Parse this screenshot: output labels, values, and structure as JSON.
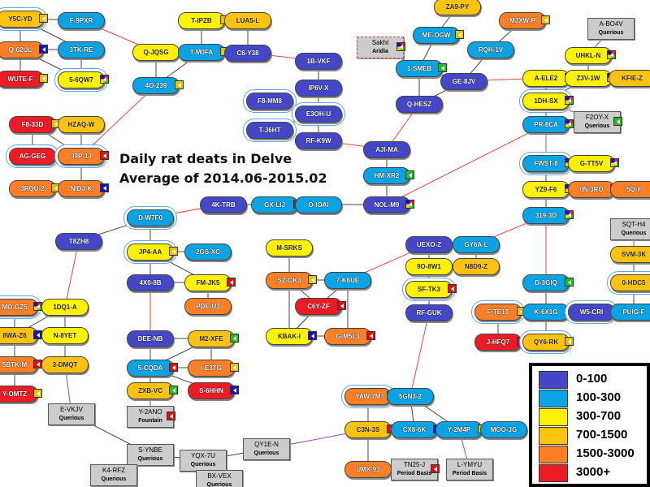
{
  "title": [
    "Daily rat deats in Delve",
    "Average of 2014.06-2015.02"
  ],
  "colors": {
    "0-100": "#4347c8",
    "100-300": "#0aa3e3",
    "300-700": "#fff200",
    "700-1500": "#ffc20e",
    "1500-3000": "#ff7f27",
    "3000+": "#ed1c24"
  },
  "flag_colors": {
    "y": "#e6c200",
    "b": "#1010d0",
    "r": "#e01010",
    "g": "#20c020",
    "m": "multi"
  },
  "legend": [
    {
      "band": "0-100",
      "label": "0-100"
    },
    {
      "band": "100-300",
      "label": "100-300"
    },
    {
      "band": "300-700",
      "label": "300-700"
    },
    {
      "band": "700-1500",
      "label": "700-1500"
    },
    {
      "band": "1500-3000",
      "label": "1500-3000"
    },
    {
      "band": "3000+",
      "label": "3000+"
    }
  ],
  "nodes": [
    {
      "label": "Y5C-YD",
      "band": "700-1500",
      "hl": true,
      "flag": "y"
    },
    {
      "label": "F-9PXR",
      "band": "100-300"
    },
    {
      "label": "Q-02UL",
      "band": "1500-3000",
      "flag": "b"
    },
    {
      "label": "3TK-RE",
      "band": "100-300"
    },
    {
      "label": "WUTE-F",
      "band": "3000+",
      "flag": "y"
    },
    {
      "label": "5-6QW7",
      "band": "300-700",
      "hl": true,
      "flag": "m"
    },
    {
      "label": "Q-JQSG",
      "band": "300-700"
    },
    {
      "label": "4O-239",
      "band": "100-300",
      "flag": "y"
    },
    {
      "label": "T-IPZB",
      "band": "300-700",
      "flag": "y"
    },
    {
      "label": "LUA5-L",
      "band": "700-1500"
    },
    {
      "label": "T-M0FA",
      "band": "100-300",
      "flag": "y"
    },
    {
      "label": "C6-Y38",
      "band": "0-100"
    },
    {
      "label": "F8-33D",
      "band": "3000+",
      "flag": "y"
    },
    {
      "label": "HZAQ-W",
      "band": "700-1500"
    },
    {
      "label": "AG-GEG",
      "band": "3000+",
      "hl": true
    },
    {
      "label": "39P-1J",
      "band": "1500-3000",
      "hl": true,
      "flag": "r"
    },
    {
      "label": "3RQU-2",
      "band": "1500-3000",
      "flag": "y"
    },
    {
      "label": "NIDJ-K",
      "band": "1500-3000",
      "flag": "b"
    },
    {
      "label": "1B-VKF",
      "band": "0-100"
    },
    {
      "label": "IP6V-X",
      "band": "0-100"
    },
    {
      "label": "F8-MM8",
      "band": "0-100",
      "hl": true
    },
    {
      "label": "E3OH-U",
      "band": "0-100",
      "hl": true
    },
    {
      "label": "T-J6HT",
      "band": "0-100",
      "hl": true
    },
    {
      "label": "RF-K9W",
      "band": "0-100"
    },
    {
      "label": "AJI-MA",
      "band": "0-100"
    },
    {
      "label": "HM-XR2",
      "band": "100-300",
      "flag": "g"
    },
    {
      "label": "NOL-M9",
      "band": "0-100",
      "flag": "m"
    },
    {
      "label": "GX-LIJ",
      "band": "100-300",
      "flag": "r"
    },
    {
      "label": "O-IOAI",
      "band": "100-300"
    },
    {
      "label": "4K-TRB",
      "band": "0-100"
    },
    {
      "label": "ZA9-PY",
      "band": "700-1500"
    },
    {
      "label": "ME-OGW",
      "band": "100-300",
      "flag": "y"
    },
    {
      "label": "1-SMEB",
      "band": "100-300",
      "flag": "g"
    },
    {
      "label": "GE-8JV",
      "band": "0-100"
    },
    {
      "label": "Q-HESZ",
      "band": "0-100"
    },
    {
      "label": "MJXW-P",
      "band": "1500-3000",
      "flag": "y"
    },
    {
      "label": "RQH-1V",
      "band": "100-300"
    },
    {
      "label": "UHKL-N",
      "band": "300-700",
      "flag": "m"
    },
    {
      "label": "A-ELE2",
      "band": "300-700",
      "flag": "m"
    },
    {
      "label": "Z3V-1W",
      "band": "300-700",
      "flag": "m"
    },
    {
      "label": "KFIE-Z",
      "band": "700-1500",
      "flag": "m"
    },
    {
      "label": "1DH-SX",
      "band": "300-700",
      "hl": true,
      "flag": "m"
    },
    {
      "label": "PR-8CA",
      "band": "100-300",
      "flag": "m"
    },
    {
      "label": "FWST-8",
      "band": "100-300",
      "hl": true,
      "flag": "m"
    },
    {
      "label": "G-TT5V",
      "band": "300-700",
      "flag": "m"
    },
    {
      "label": "YZ9-F6",
      "band": "300-700",
      "flag": "m"
    },
    {
      "label": "0N-3RO",
      "band": "1500-3000",
      "flag": "m"
    },
    {
      "label": "5Q-II",
      "band": "1500-3000",
      "flag": "m"
    },
    {
      "label": "319-3D",
      "band": "100-300",
      "flag": "m"
    },
    {
      "label": "M-SRKS",
      "band": "300-700"
    },
    {
      "label": "UEXO-Z",
      "band": "0-100"
    },
    {
      "label": "GY6A-L",
      "band": "100-300"
    },
    {
      "label": "9O-8W1",
      "band": "300-700"
    },
    {
      "label": "N8D9-Z",
      "band": "700-1500"
    },
    {
      "label": "SF-TK3",
      "band": "300-700",
      "hl": true,
      "flag": "r"
    },
    {
      "label": "RF-GUK",
      "band": "0-100"
    },
    {
      "label": "SZ-CK3",
      "band": "1500-3000",
      "flag": "y"
    },
    {
      "label": "7-K6UE",
      "band": "100-300"
    },
    {
      "label": "C6Y-ZF",
      "band": "3000+",
      "flag": "r"
    },
    {
      "label": "KBAK-I",
      "band": "300-700",
      "flag": "b"
    },
    {
      "label": "G-M5L3",
      "band": "1500-3000",
      "flag": "r"
    },
    {
      "label": "D-3GIQ",
      "band": "100-300",
      "flag": "g"
    },
    {
      "label": "F-TE1T",
      "band": "1500-3000",
      "hl": true,
      "flag": "y"
    },
    {
      "label": "K-6X1G",
      "band": "100-300",
      "flag": "g"
    },
    {
      "label": "W5-CRI",
      "band": "0-100",
      "hl": true
    },
    {
      "label": "PUIG-F",
      "band": "100-300",
      "flag": "y"
    },
    {
      "label": "SVM-3K",
      "band": "700-1500",
      "flag": "b"
    },
    {
      "label": "0-HDC5",
      "band": "700-1500",
      "hl": true,
      "flag": "g"
    },
    {
      "label": "J-HFQ7",
      "band": "3000+",
      "flag": "r"
    },
    {
      "label": "QY6-RK",
      "band": "700-1500",
      "hl": true,
      "flag": "y"
    },
    {
      "label": "D-W7F0",
      "band": "100-300",
      "hl": true
    },
    {
      "label": "T8ZH8",
      "band": "0-100"
    },
    {
      "label": "JP4-AA",
      "band": "300-700",
      "hl": true,
      "flag": "y"
    },
    {
      "label": "2GS-XC",
      "band": "100-300"
    },
    {
      "label": "4X0-8B",
      "band": "0-100"
    },
    {
      "label": "FM-JK5",
      "band": "300-700",
      "flag": "r"
    },
    {
      "label": "PDE-U3",
      "band": "1500-3000"
    },
    {
      "label": "MO-GZ5",
      "band": "1500-3000",
      "hl": true,
      "flag": "m"
    },
    {
      "label": "1DQ1-A",
      "band": "300-700"
    },
    {
      "label": "8WA-Z6",
      "band": "700-1500",
      "flag": "b"
    },
    {
      "label": "N-8YET",
      "band": "300-700"
    },
    {
      "label": "5BTK-M",
      "band": "1500-3000",
      "flag": "r"
    },
    {
      "label": "3-DMQT",
      "band": "700-1500"
    },
    {
      "label": "Y-OMTZ",
      "band": "3000+",
      "flag": "y"
    },
    {
      "label": "DEE-NB",
      "band": "0-100"
    },
    {
      "label": "M2-XFE",
      "band": "700-1500",
      "flag": "g"
    },
    {
      "label": "5-CQDA",
      "band": "100-300",
      "flag": "r"
    },
    {
      "label": "I-E3TG",
      "band": "1500-3000",
      "flag": "y"
    },
    {
      "label": "ZXB-VC",
      "band": "700-1500",
      "flag": "g"
    },
    {
      "label": "S-6HHN",
      "band": "3000+",
      "flag": "b"
    },
    {
      "label": "YAW-7M",
      "band": "1500-3000",
      "hl": true,
      "flag": "r"
    },
    {
      "label": "5GN3-2",
      "band": "100-300"
    },
    {
      "label": "C3N-3S",
      "band": "700-1500",
      "flag": "r"
    },
    {
      "label": "CX8-6K",
      "band": "100-300",
      "flag": "b"
    },
    {
      "label": "Y-2M4P",
      "band": "100-300",
      "flag": "y"
    },
    {
      "label": "MOO-JG",
      "band": "100-300"
    },
    {
      "label": "UMX-93",
      "band": "1500-3000"
    }
  ],
  "external": [
    {
      "label": "Sakht",
      "region": "Aridia",
      "dashed": true,
      "flag": "m"
    },
    {
      "label": "A-BO4V",
      "region": "Querious"
    },
    {
      "label": "F2OY-X",
      "region": "Querious",
      "flag": "g"
    },
    {
      "label": "SQT-H4",
      "region": "Querious"
    },
    {
      "label": "Y-2ANO",
      "region": "Fountain",
      "flag": "r"
    },
    {
      "label": "E-VKJV",
      "region": "Querious"
    },
    {
      "label": "S-YNBE",
      "region": "Querious"
    },
    {
      "label": "YQX-7U",
      "region": "Querious"
    },
    {
      "label": "QY1E-N",
      "region": "Querious"
    },
    {
      "label": "K4-RFZ",
      "region": "Querious"
    },
    {
      "label": "BX-VEX",
      "region": "Querious"
    },
    {
      "label": "TN25-J",
      "region": "Period Basis",
      "flag": "r"
    },
    {
      "label": "L-YMYU",
      "region": "Period Basis"
    }
  ],
  "edges": [
    [
      "Y5C-YD",
      "F-9PXR",
      "n"
    ],
    [
      "Y5C-YD",
      "Q-02UL",
      "n"
    ],
    [
      "Y5C-YD",
      "3TK-RE",
      "n"
    ],
    [
      "3TK-RE",
      "Q-02UL",
      "n"
    ],
    [
      "Q-02UL",
      "WUTE-F",
      "n"
    ],
    [
      "Q-02UL",
      "5-6QW7",
      "n"
    ],
    [
      "3TK-RE",
      "5-6QW7",
      "n"
    ],
    [
      "F-9PXR",
      "Q-JQSG",
      "r"
    ],
    [
      "Q-JQSG",
      "T-M0FA",
      "n"
    ],
    [
      "Q-JQSG",
      "4O-239",
      "n"
    ],
    [
      "4O-239",
      "T-M0FA",
      "n"
    ],
    [
      "T-IPZB",
      "T-M0FA",
      "n"
    ],
    [
      "T-M0FA",
      "C6-Y38",
      "n"
    ],
    [
      "LUA5-L",
      "C6-Y38",
      "n"
    ],
    [
      "C6-Y38",
      "1B-VKF",
      "r"
    ],
    [
      "4O-239",
      "39P-1J",
      "r"
    ],
    [
      "F8-33D",
      "HZAQ-W",
      "n"
    ],
    [
      "F8-33D",
      "AG-GEG",
      "n"
    ],
    [
      "F8-33D",
      "39P-1J",
      "n"
    ],
    [
      "AG-GEG",
      "39P-1J",
      "n"
    ],
    [
      "HZAQ-W",
      "39P-1J",
      "n"
    ],
    [
      "39P-1J",
      "NIDJ-K",
      "n"
    ],
    [
      "3RQU-2",
      "NIDJ-K",
      "n"
    ],
    [
      "1B-VKF",
      "IP6V-X",
      "n"
    ],
    [
      "IP6V-X",
      "E3OH-U",
      "n"
    ],
    [
      "F8-MM8",
      "E3OH-U",
      "n"
    ],
    [
      "T-J6HT",
      "E3OH-U",
      "n"
    ],
    [
      "E3OH-U",
      "RF-K9W",
      "n"
    ],
    [
      "RF-K9W",
      "AJI-MA",
      "r"
    ],
    [
      "AJI-MA",
      "HM-XR2",
      "n"
    ],
    [
      "HM-XR2",
      "NOL-M9",
      "n"
    ],
    [
      "AJI-MA",
      "Q-HESZ",
      "r"
    ],
    [
      "Q-HESZ",
      "1-SMEB",
      "n"
    ],
    [
      "Q-HESZ",
      "GE-8JV",
      "n"
    ],
    [
      "1-SMEB",
      "GE-8JV",
      "n"
    ],
    [
      "1-SMEB",
      "ME-OGW",
      "n"
    ],
    [
      "ME-OGW",
      "ZA9-PY",
      "n"
    ],
    [
      "Sakht",
      "1-SMEB",
      "p"
    ],
    [
      "GE-8JV",
      "RQH-1V",
      "n"
    ],
    [
      "RQH-1V",
      "MJXW-P",
      "n"
    ],
    [
      "GE-8JV",
      "A-ELE2",
      "r"
    ],
    [
      "A-ELE2",
      "Z3V-1W",
      "n"
    ],
    [
      "Z3V-1W",
      "KFIE-Z",
      "n"
    ],
    [
      "UHKL-N",
      "Z3V-1W",
      "n"
    ],
    [
      "A-BO4V",
      "UHKL-N",
      "p"
    ],
    [
      "A-ELE2",
      "1DH-SX",
      "n"
    ],
    [
      "Z3V-1W",
      "1DH-SX",
      "n"
    ],
    [
      "1DH-SX",
      "F2OY-X",
      "p"
    ],
    [
      "1DH-SX",
      "PR-8CA",
      "n"
    ],
    [
      "PR-8CA",
      "NOL-M9",
      "r"
    ],
    [
      "PR-8CA",
      "FWST-8",
      "r"
    ],
    [
      "FWST-8",
      "G-TT5V",
      "n"
    ],
    [
      "FWST-8",
      "YZ9-F6",
      "n"
    ],
    [
      "YZ9-F6",
      "0N-3RO",
      "n"
    ],
    [
      "0N-3RO",
      "5Q-II",
      "n"
    ],
    [
      "YZ9-F6",
      "319-3D",
      "n"
    ],
    [
      "319-3D",
      "GY6A-L",
      "r"
    ],
    [
      "319-3D",
      "D-3GIQ",
      "r"
    ],
    [
      "NOL-M9",
      "O-IOAI",
      "n"
    ],
    [
      "O-IOAI",
      "GX-LIJ",
      "n"
    ],
    [
      "GX-LIJ",
      "4K-TRB",
      "n"
    ],
    [
      "4K-TRB",
      "D-W7F0",
      "r"
    ],
    [
      "D-W7F0",
      "T8ZH8",
      "n"
    ],
    [
      "D-W7F0",
      "JP4-AA",
      "n"
    ],
    [
      "JP4-AA",
      "2GS-XC",
      "n"
    ],
    [
      "JP4-AA",
      "4X0-8B",
      "n"
    ],
    [
      "JP4-AA",
      "FM-JK5",
      "n"
    ],
    [
      "4X0-8B",
      "FM-JK5",
      "n"
    ],
    [
      "FM-JK5",
      "PDE-U3",
      "n"
    ],
    [
      "4X0-8B",
      "DEE-NB",
      "r"
    ],
    [
      "T8ZH8",
      "1DQ1-A",
      "r"
    ],
    [
      "MO-GZ5",
      "1DQ1-A",
      "n"
    ],
    [
      "MO-GZ5",
      "8WA-Z6",
      "n"
    ],
    [
      "1DQ1-A",
      "8WA-Z6",
      "n"
    ],
    [
      "1DQ1-A",
      "N-8YET",
      "n"
    ],
    [
      "N-8YET",
      "3-DMQT",
      "n"
    ],
    [
      "8WA-Z6",
      "5BTK-M",
      "n"
    ],
    [
      "5BTK-M",
      "Y-OMTZ",
      "n"
    ],
    [
      "3-DMQT",
      "E-VKJV",
      "p"
    ],
    [
      "DEE-NB",
      "M2-XFE",
      "n"
    ],
    [
      "DEE-NB",
      "5-CQDA",
      "n"
    ],
    [
      "5-CQDA",
      "M2-XFE",
      "n"
    ],
    [
      "M2-XFE",
      "I-E3TG",
      "n"
    ],
    [
      "5-CQDA",
      "I-E3TG",
      "n"
    ],
    [
      "5-CQDA",
      "S-6HHN",
      "n"
    ],
    [
      "5-CQDA",
      "ZXB-VC",
      "n"
    ],
    [
      "ZXB-VC",
      "Y-2ANO",
      "p"
    ],
    [
      "E-VKJV",
      "S-YNBE",
      "n"
    ],
    [
      "S-YNBE",
      "YQX-7U",
      "n"
    ],
    [
      "S-YNBE",
      "K4-RFZ",
      "r"
    ],
    [
      "YQX-7U",
      "QY1E-N",
      "n"
    ],
    [
      "YQX-7U",
      "BX-VEX",
      "n"
    ],
    [
      "QY1E-N",
      "C3N-3S",
      "p"
    ],
    [
      "UEXO-Z",
      "GY6A-L",
      "n"
    ],
    [
      "UEXO-Z",
      "9O-8W1",
      "n"
    ],
    [
      "GY6A-L",
      "N8D9-Z",
      "n"
    ],
    [
      "9O-8W1",
      "SF-TK3",
      "n"
    ],
    [
      "SF-TK3",
      "RF-GUK",
      "n"
    ],
    [
      "RF-GUK",
      "5GN3-2",
      "r"
    ],
    [
      "UEXO-Z",
      "7-K6UE",
      "r"
    ],
    [
      "M-SRKS",
      "SZ-CK3",
      "n"
    ],
    [
      "SZ-CK3",
      "7-K6UE",
      "n"
    ],
    [
      "SZ-CK3",
      "C6Y-ZF",
      "n"
    ],
    [
      "7-K6UE",
      "C6Y-ZF",
      "n"
    ],
    [
      "SZ-CK3",
      "KBAK-I",
      "n"
    ],
    [
      "7-K6UE",
      "G-M5L3",
      "n"
    ],
    [
      "C6Y-ZF",
      "KBAK-I",
      "n"
    ],
    [
      "KBAK-I",
      "G-M5L3",
      "n"
    ],
    [
      "D-3GIQ",
      "K-6X1G",
      "n"
    ],
    [
      "F-TE1T",
      "K-6X1G",
      "n"
    ],
    [
      "K-6X1G",
      "W5-CRI",
      "n"
    ],
    [
      "W5-CRI",
      "PUIG-F",
      "n"
    ],
    [
      "F-TE1T",
      "J-HFQ7",
      "n"
    ],
    [
      "J-HFQ7",
      "QY6-RK",
      "n"
    ],
    [
      "K-6X1G",
      "QY6-RK",
      "n"
    ],
    [
      "SQT-H4",
      "SVM-3K",
      "p"
    ],
    [
      "SVM-3K",
      "0-HDC5",
      "n"
    ],
    [
      "0-HDC5",
      "PUIG-F",
      "n"
    ],
    [
      "YAW-7M",
      "5GN3-2",
      "n"
    ],
    [
      "YAW-7M",
      "C3N-3S",
      "n"
    ],
    [
      "5GN3-2",
      "CX8-6K",
      "n"
    ],
    [
      "5GN3-2",
      "Y-2M4P",
      "n"
    ],
    [
      "C3N-3S",
      "CX8-6K",
      "n"
    ],
    [
      "CX8-6K",
      "Y-2M4P",
      "n"
    ],
    [
      "Y-2M4P",
      "MOO-JG",
      "n"
    ],
    [
      "C3N-3S",
      "UMX-93",
      "n"
    ],
    [
      "UMX-93",
      "TN25-J",
      "p"
    ],
    [
      "Y-2M4P",
      "L-YMYU",
      "p"
    ]
  ]
}
